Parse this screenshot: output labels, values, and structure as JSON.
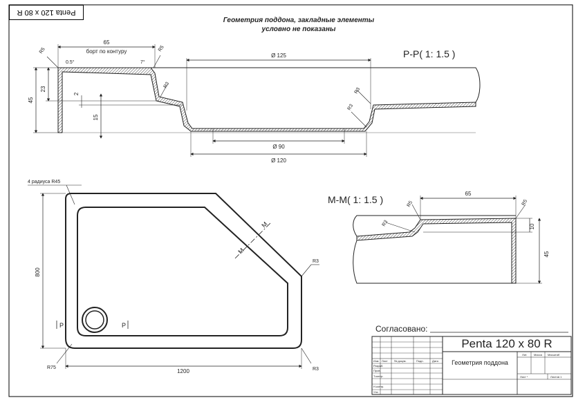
{
  "stamp": {
    "text": "Penta 120 x 80 R"
  },
  "note": {
    "line1": "Геометрия поддона, закладные элементы",
    "line2": "условно не показаны"
  },
  "section_p": {
    "title": "P-P( 1: 1.5 )",
    "dim_65": "65",
    "dim_65_note": "борт по контуру",
    "angle_05": "0.5°",
    "angle_7": "7°",
    "r5_a": "R5",
    "r5_b": "R5",
    "r3_a": "R3",
    "r3_b": "R3",
    "r3_c": "R3",
    "d125": "Ø 125",
    "d90": "Ø  90",
    "d120": "Ø 120",
    "dim_45": "45",
    "dim_23": "23",
    "dim_2": "2",
    "dim_15": "15"
  },
  "section_m": {
    "title": "M-M( 1: 1.5 )",
    "dim_65": "65",
    "dim_10": "10",
    "dim_45": "45",
    "r5_a": "R5",
    "r5_b": "R5",
    "r3": "R3"
  },
  "plan": {
    "radius_note": "4 радиуса R45",
    "dim_800": "800",
    "dim_1200": "1200",
    "r75": "R75",
    "r3_right": "R3",
    "r3_bottom": "R3",
    "m_label": "M",
    "p_label": "P"
  },
  "approval": {
    "label": "Согласовано:"
  },
  "title_block": {
    "product": "Penta 120 x 80 R",
    "doc_title": "Геометрия поддона",
    "col_izm": "Изм",
    "col_list": "Лист",
    "col_ndok": "№ докум.",
    "col_podp": "Подп.",
    "col_data": "Дата",
    "row_razrab": "Разраб.",
    "row_prov": "Пров.",
    "row_tkontr": "Т.контр.",
    "row_nkontr": "Н.контр.",
    "row_utv": "Утв.",
    "lit": "Лит.",
    "massa": "Масса",
    "masshtab": "Масштаб",
    "sheet": "Лист ⁿ",
    "sheets": "Листов 1"
  }
}
